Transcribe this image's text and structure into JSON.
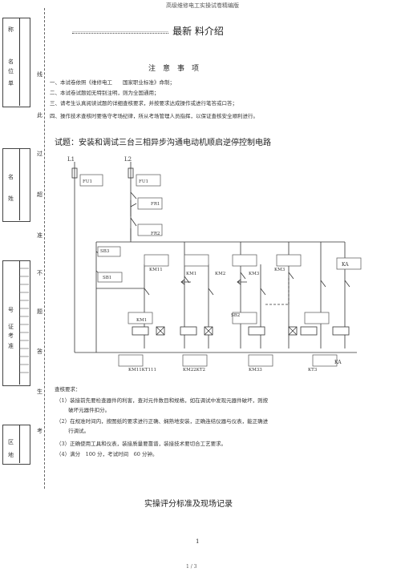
{
  "header": {
    "top_text": "高级维修电工实操试卷精编版"
  },
  "margin": {
    "box1_lines": [
      "称",
      "名",
      "位",
      "单"
    ],
    "box2_lines": [
      "名",
      "姓"
    ],
    "box3_lines": [
      "号",
      "证",
      "考",
      "准"
    ],
    "box4_lines": [
      "区",
      "地"
    ],
    "seal_chars": [
      "线",
      "此",
      "过",
      "超",
      "准",
      "不",
      "题",
      "答",
      "生",
      "考"
    ]
  },
  "title": {
    "dots": "……………………………………………………",
    "text": "最新 料介绍"
  },
  "notice": {
    "heading": "注　意　事　项",
    "items": [
      "一、本试卷依照《维修电工　　国家职业标准》命制；",
      "二、本试卷试题如无特别注明，则为全国通用；",
      "三、请考生认真阅读试题的详细查核要求，并按要求达成操作或进行笔答或口答；",
      "四、操作技术查核时要恪守考场纪律，所从考场管理人员指挥，以保证查核安全顺利进行。"
    ]
  },
  "question": {
    "title": "试题：安装和调试三台三相异步沟通电动机顺启逆停控制电路"
  },
  "circuit": {
    "labels": {
      "l1": "L1",
      "l2": "L2",
      "fu1a": "FU1",
      "fu1b": "FU1",
      "fr1": "FR1",
      "fr2": "FR2",
      "sb3": "SB3",
      "sb1": "SB1",
      "km11": "KM11",
      "km1": "KM1",
      "km2": "KM2",
      "km3": "KM3",
      "km3b": "KM3",
      "ka_top": "KA",
      "sb2": "SB2",
      "km1_coil": "KM1",
      "bottom_km1": "KM11KT111",
      "bottom_km2": "KM22KT2",
      "bottom_km3": "KM33",
      "bottom_kt": "KT3",
      "bottom_ka": "KA"
    }
  },
  "requirements": {
    "heading": "查核要求：",
    "items": [
      "（1）装接前先要检查器件的利害，查对元件数目和规格，如在调试中发现元器件破坏，则按",
      "　　 破坏元器件扣分。",
      "（2）在规准时间内，按图纸的要求进行正确、娴熟地安装，正确连结仪器与仪表，能正确进",
      "　　 行调试。",
      "（3）正确使用工具和仪表，装接质量要靠谱，装接技术要切合工艺要求。",
      "（4）满分　100 分，考试时间　60 分钟。"
    ]
  },
  "footer": {
    "section_title": "实操评分标准及现场记录",
    "page_num": "1",
    "page_of": "1 / 3"
  }
}
